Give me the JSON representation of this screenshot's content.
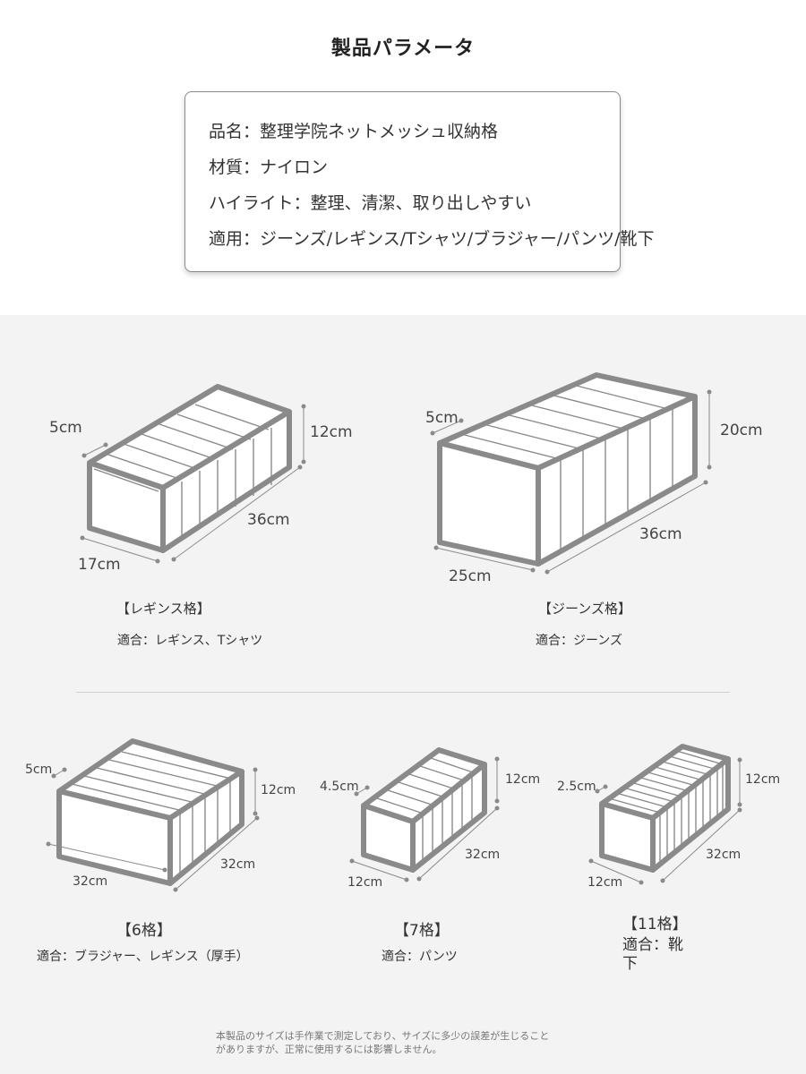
{
  "header": {
    "title": "製品パラメータ"
  },
  "specs": [
    "品名：整理学院ネットメッシュ収納格",
    "材質：ナイロン",
    "ハイライト：整理、清潔、取り出しやすい",
    "適用：ジーンズ/レギンス/Tシャツ/ブラジャー/パンツ/靴下"
  ],
  "products": {
    "leggings": {
      "name": "【レギンス格】",
      "usage": "適合：レギンス、Tシャツ",
      "dims": {
        "cell": "5cm",
        "height": "12cm",
        "length": "36cm",
        "width": "17cm"
      }
    },
    "jeans": {
      "name": "【ジーンズ格】",
      "usage": "適合：ジーンズ",
      "dims": {
        "cell": "5cm",
        "height": "20cm",
        "length": "36cm",
        "width": "25cm"
      }
    },
    "six": {
      "name": "【6格】",
      "usage": "適合：ブラジャー、レギンス（厚手）",
      "dims": {
        "cell": "5cm",
        "height": "12cm",
        "length": "32cm",
        "width": "32cm"
      }
    },
    "seven": {
      "name": "【7格】",
      "usage": "適合：パンツ",
      "dims": {
        "cell": "4.5cm",
        "height": "12cm",
        "length": "32cm",
        "width": "12cm"
      }
    },
    "eleven": {
      "name": "【11格】",
      "usage_line1": "適合：靴",
      "usage_line2": "下",
      "dims": {
        "cell": "2.5cm",
        "height": "12cm",
        "length": "32cm",
        "width": "12cm"
      }
    }
  },
  "footnote": {
    "line1": "本製品のサイズは手作業で測定しており、サイズに多少の誤差が生じること",
    "line2": "がありますが、正常に使用するには影響しません。"
  },
  "colors": {
    "outline": "#8a8a8a",
    "panel": "#f3f3f3"
  }
}
